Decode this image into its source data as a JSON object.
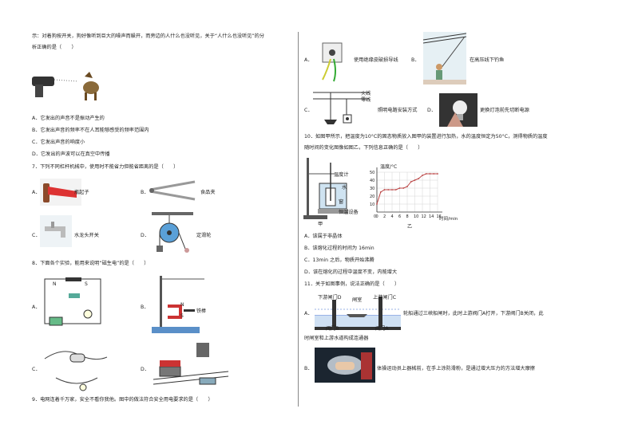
{
  "left": {
    "q6_intro_line1": "示：对着狗按开关，狗好像听到巨大的噪声而躲开，而旁边的人什么也没听见，关于“人什么也没听见”的分",
    "q6_intro_line2": "析正确的是（　　）",
    "q6_options": [
      "A．它发出的声音不是振动产生的",
      "B．它发出声音的频率不在人耳能够感受的频率范围内",
      "C．它发出声音的响度小",
      "D．它发出的声波可以在真空中传播"
    ],
    "q7_stem": "7．下列不同杠杆机械中，使用时不能省力但能省距离的是（　　）",
    "q7_opts": {
      "a_letter": "A．",
      "a_text": "瓶起子",
      "b_letter": "B．",
      "b_text": "食品夹",
      "c_letter": "C．",
      "c_text": "水龙头开关",
      "d_letter": "D．",
      "d_text": "定滑轮"
    },
    "q8_stem": "8．下面各个实验，能用来说明“磁生电”的是（　　）",
    "q8_letters": {
      "a": "A．",
      "b": "B．",
      "c": "C．",
      "d": "D．"
    },
    "q8_labels": {
      "n": "N",
      "s": "S",
      "tie_bang": "铁棒"
    },
    "q9_stem": "9．电网连着千万家，安全不看你我他。图中的做法符合安全用电要求的是（　　）"
  },
  "right": {
    "q9_a_letter": "A．",
    "q9_a_text": "使用绝缘皮破损导线",
    "q9_b_letter": "B．",
    "q9_b_text": "在高压线下钓鱼",
    "q9_c_letter": "C．",
    "q9_c_text": "照明电路安装方式",
    "q9_c_huoxian": "火线",
    "q9_c_lingxian": "零线",
    "q9_d_letter": "D．",
    "q9_d_text": "更换灯泡前先切断电源",
    "q10_line1": "10．如图甲所示，把温度为10°C的固态物质放入图甲的装置进行加热，水的温度恒定为50°C，测得物质的温度",
    "q10_line2": "随时间的变化图像如图乙，下列信息正确的是（　　）",
    "q10_fig_labels": {
      "thermometer": "温度计",
      "water": "水",
      "container": "窗",
      "constant": "恒温设备",
      "jia": "甲",
      "yi": "乙"
    },
    "q10_options": [
      "A．该属于非晶体",
      "B．该熔化过程的时间为 16min",
      "C．13min 之后，物质开始沸腾",
      "D．该在熔化的过程中温度不变，内能增大"
    ],
    "q11_stem": "11．关于如图事例，说法正确的是（　　）",
    "q11_a_letter": "A．",
    "q11_a_labels": {
      "xia_famen": "下游闸门D",
      "zhashi": "闸室",
      "shang_famen": "上游闸门C",
      "famen_b": "阀门B",
      "famen_a": "阀门A"
    },
    "q11_a_text1": "轮船通过三峡船闸时，此时上游阀门A打开，下游阀门B关闭，此",
    "q11_a_text2": "时闸室和上游水道构成连通器",
    "q11_b_letter": "B．",
    "q11_b_text": "体操运动员上器械前，在手上涂防滑粉，是通过增大压力的方法增大摩擦"
  },
  "chart_data": {
    "type": "line",
    "title": "",
    "ylabel": "温度/°C",
    "xlabel": "时间/min",
    "x_ticks": [
      0,
      2,
      4,
      6,
      8,
      10,
      12,
      14,
      16
    ],
    "y_ticks": [
      10,
      20,
      30,
      40,
      50
    ],
    "xlim": [
      0,
      16
    ],
    "ylim": [
      0,
      50
    ],
    "x": [
      0,
      1,
      2,
      3,
      4,
      5,
      6,
      7,
      8,
      9,
      10,
      11,
      12,
      13,
      14,
      15,
      16
    ],
    "y": [
      10,
      25,
      28,
      28,
      28,
      28,
      30,
      30,
      32,
      38,
      40,
      42,
      46,
      48,
      48,
      48,
      48
    ],
    "grid": true
  }
}
